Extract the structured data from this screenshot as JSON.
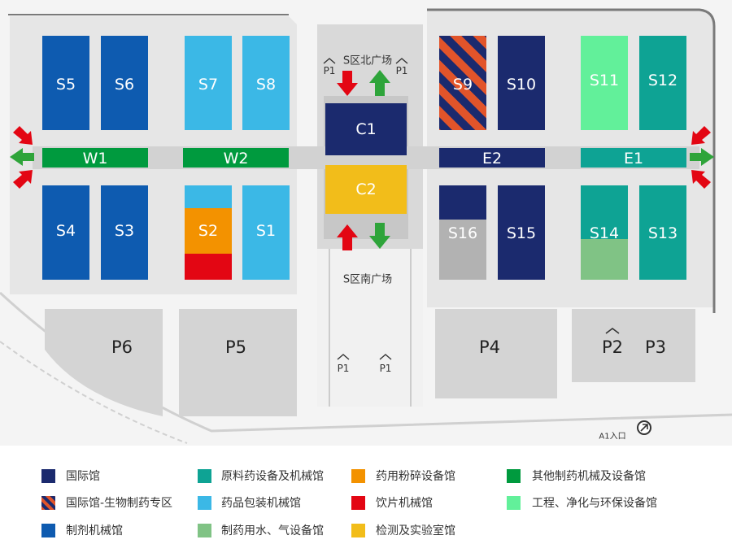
{
  "colors": {
    "international": "#1b2a6e",
    "preparation": "#0e5bb0",
    "raw_material": "#0ea394",
    "packaging": "#3bb8e6",
    "crushing": "#f39200",
    "decoction": "#e30613",
    "testing": "#f2bd1a",
    "water_gas": "#80c385",
    "other_machinery": "#009a3e",
    "engineering": "#62f09a",
    "bio_stripe": "#e2542a",
    "parking": "#d4d4d4",
    "ground": "#e6e6e6",
    "road": "#f4f4f4",
    "corridor": "#cfcfcf",
    "arrow_in": "#e30613",
    "arrow_out": "#2ea43a"
  },
  "halls": {
    "S5": "S5",
    "S6": "S6",
    "S7": "S7",
    "S8": "S8",
    "S9": "S9",
    "S10": "S10",
    "S11": "S11",
    "S12": "S12",
    "S4": "S4",
    "S3": "S3",
    "S2": "S2",
    "S1": "S1",
    "S16": "S16",
    "S15": "S15",
    "S14": "S14",
    "S13": "S13",
    "C1": "C1",
    "C2": "C2",
    "W1": "W1",
    "W2": "W2",
    "E2": "E2",
    "E1": "E1"
  },
  "plazas": {
    "north": "S区北广场",
    "south": "S区南广场"
  },
  "parking": {
    "P6": "P6",
    "P5": "P5",
    "P4": "P4",
    "P2": "P2",
    "P3": "P3",
    "p1_marker": "P1"
  },
  "entrance": {
    "a1": "A1入口"
  },
  "legend": {
    "international": "国际馆",
    "bio_zone": "国际馆-生物制药专区",
    "preparation": "制剂机械馆",
    "raw_material": "原料药设备及机械馆",
    "packaging": "药品包装机械馆",
    "water_gas": "制药用水、气设备馆",
    "crushing": "药用粉碎设备馆",
    "decoction": "饮片机械馆",
    "testing": "检测及实验室馆",
    "other_machinery": "其他制药机械及设备馆",
    "engineering": "工程、净化与环保设备馆"
  }
}
